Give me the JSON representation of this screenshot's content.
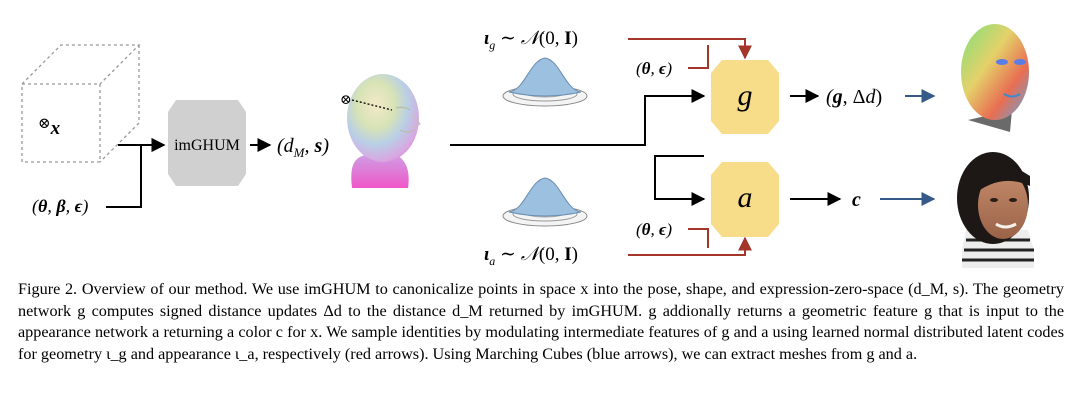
{
  "figure": {
    "input_point": "⊗x",
    "cond_input": "(θ, β, ε)",
    "imghum_label": "imGHUM",
    "canon_output": "(d_M, s)",
    "head_point_marker": "⊗",
    "latent_geometry": "ι_g ∼ 𝒩(0, I)",
    "latent_appearance": "ι_a ∼ 𝒩(0, I)",
    "cond_geometry": "(θ, ϵ)",
    "cond_appearance": "(θ, ϵ)",
    "net_geometry": "g",
    "net_appearance": "a",
    "out_geometry": "(g, Δd)",
    "out_appearance": "c",
    "colors": {
      "network_fill": "#f7dc8a",
      "imghum_fill": "#d0d0d0",
      "red_arrow": "#a3352b",
      "blue_arrow": "#355a8a",
      "cube_dots": "#999999"
    }
  },
  "caption": {
    "label": "Figure 2.",
    "text": "Overview of our method. We use imGHUM to canonicalize points in space x into the pose, shape, and expression-zero-space (d_M, s). The geometry network g computes signed distance updates Δd to the distance d_M returned by imGHUM. g addionally returns a geometric feature g that is input to the appearance network a returning a color c for x. We sample identities by modulating intermediate features of g and a using learned normal distributed latent codes for geometry ι_g and appearance ι_a, respectively (red arrows). Using Marching Cubes (blue arrows), we can extract meshes from g and a."
  }
}
